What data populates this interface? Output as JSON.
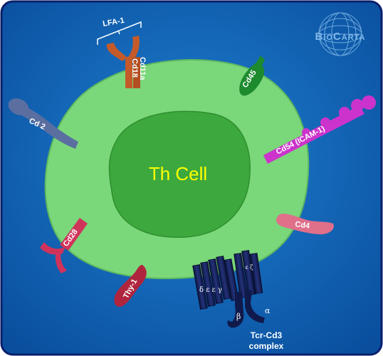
{
  "logo": {
    "text": "BioCarta"
  },
  "cell": {
    "label": "Th Cell"
  },
  "molecules": {
    "lfa1": "LFA-1",
    "cd11a": "Cd11a",
    "cd18": "Cd18",
    "cd45": "Cd45",
    "cd2": "Cd 2",
    "cd54": "Cd54 (ICAM-1)",
    "cd4": "Cd4",
    "cd28": "Cd28",
    "thy1": "Thy-1",
    "tcr_cd3": {
      "line1": "Tcr-Cd3",
      "line2": "complex",
      "chains_left": "δ ε ε γ",
      "chains_right": "ε ζ",
      "alpha": "α",
      "beta": "β"
    }
  },
  "colors": {
    "background": "#0a5db0",
    "frame": "#0a1f6b",
    "cell_membrane": "#7ad77a",
    "nucleus": "#3da83d",
    "nucleus_label": "#ffff00",
    "lfa1": "#c45a2a",
    "cd45": "#1d8a2e",
    "cd2": "#5a6fa0",
    "cd54": "#cc33cc",
    "cd4": "#e06f8a",
    "cd28": "#d0335a",
    "thy1": "#b0253e",
    "tcr": "#101a4a"
  }
}
